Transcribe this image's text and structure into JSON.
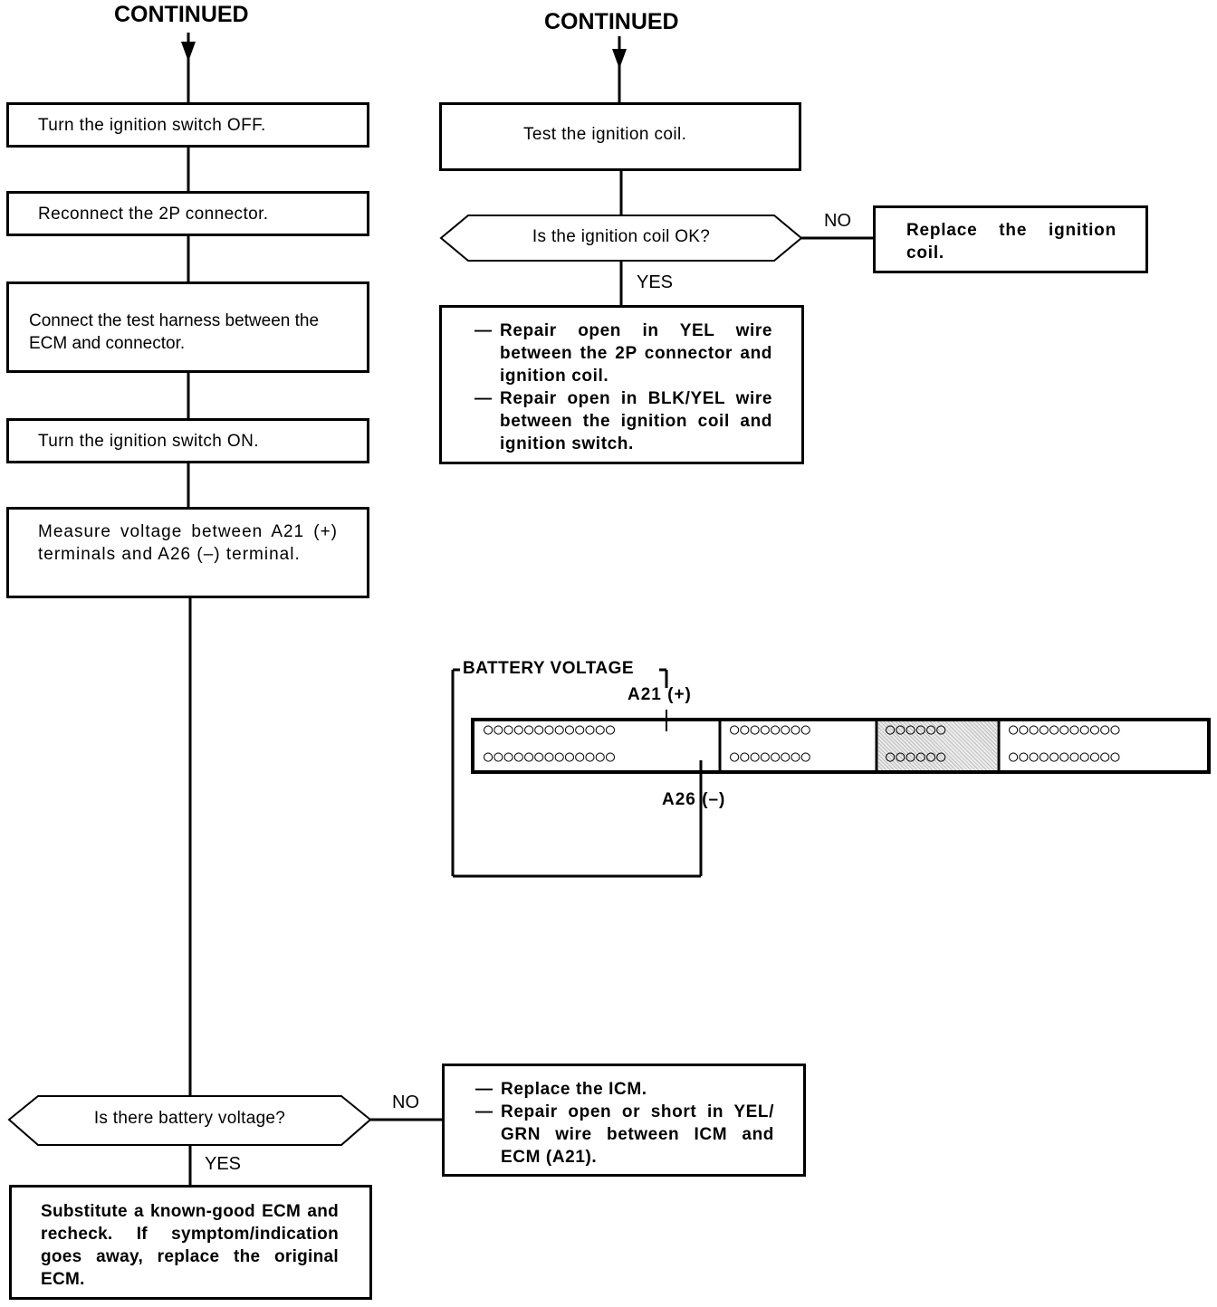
{
  "left": {
    "continued": "CONTINUED",
    "steps": [
      "Turn the ignition switch OFF.",
      "Reconnect the 2P connector.",
      "Connect the test harness between the ECM and connector.",
      "Turn the ignition switch ON.",
      "Measure voltage between A21 (+) terminals and A26 (–) terminal."
    ],
    "question": "Is there battery voltage?",
    "no_label": "NO",
    "yes_label": "YES",
    "no_actions": [
      "Replace the ICM.",
      "Repair open or short in YEL/ GRN wire between ICM and ECM (A21)."
    ],
    "yes_action": "Substitute a known-good ECM and recheck. If symptom/indication goes away, replace the original ECM."
  },
  "right": {
    "continued": "CONTINUED",
    "step": "Test the ignition coil.",
    "question": "Is the ignition coil OK?",
    "no_label": "NO",
    "yes_label": "YES",
    "no_action": "Replace the ignition coil.",
    "yes_actions": [
      "Repair open in YEL wire between the 2P connector and ignition coil.",
      "Repair open in BLK/YEL wire between the ignition coil and ignition switch."
    ]
  },
  "connector": {
    "battery_voltage": "BATTERY VOLTAGE",
    "a21": "A21 (+)",
    "a26": "A26 (–)",
    "sections": [
      {
        "pins_per_row": 13
      },
      {
        "pins_per_row": 8
      },
      {
        "pins_per_row": 6,
        "shaded": true
      },
      {
        "pins_per_row": 11
      }
    ]
  }
}
